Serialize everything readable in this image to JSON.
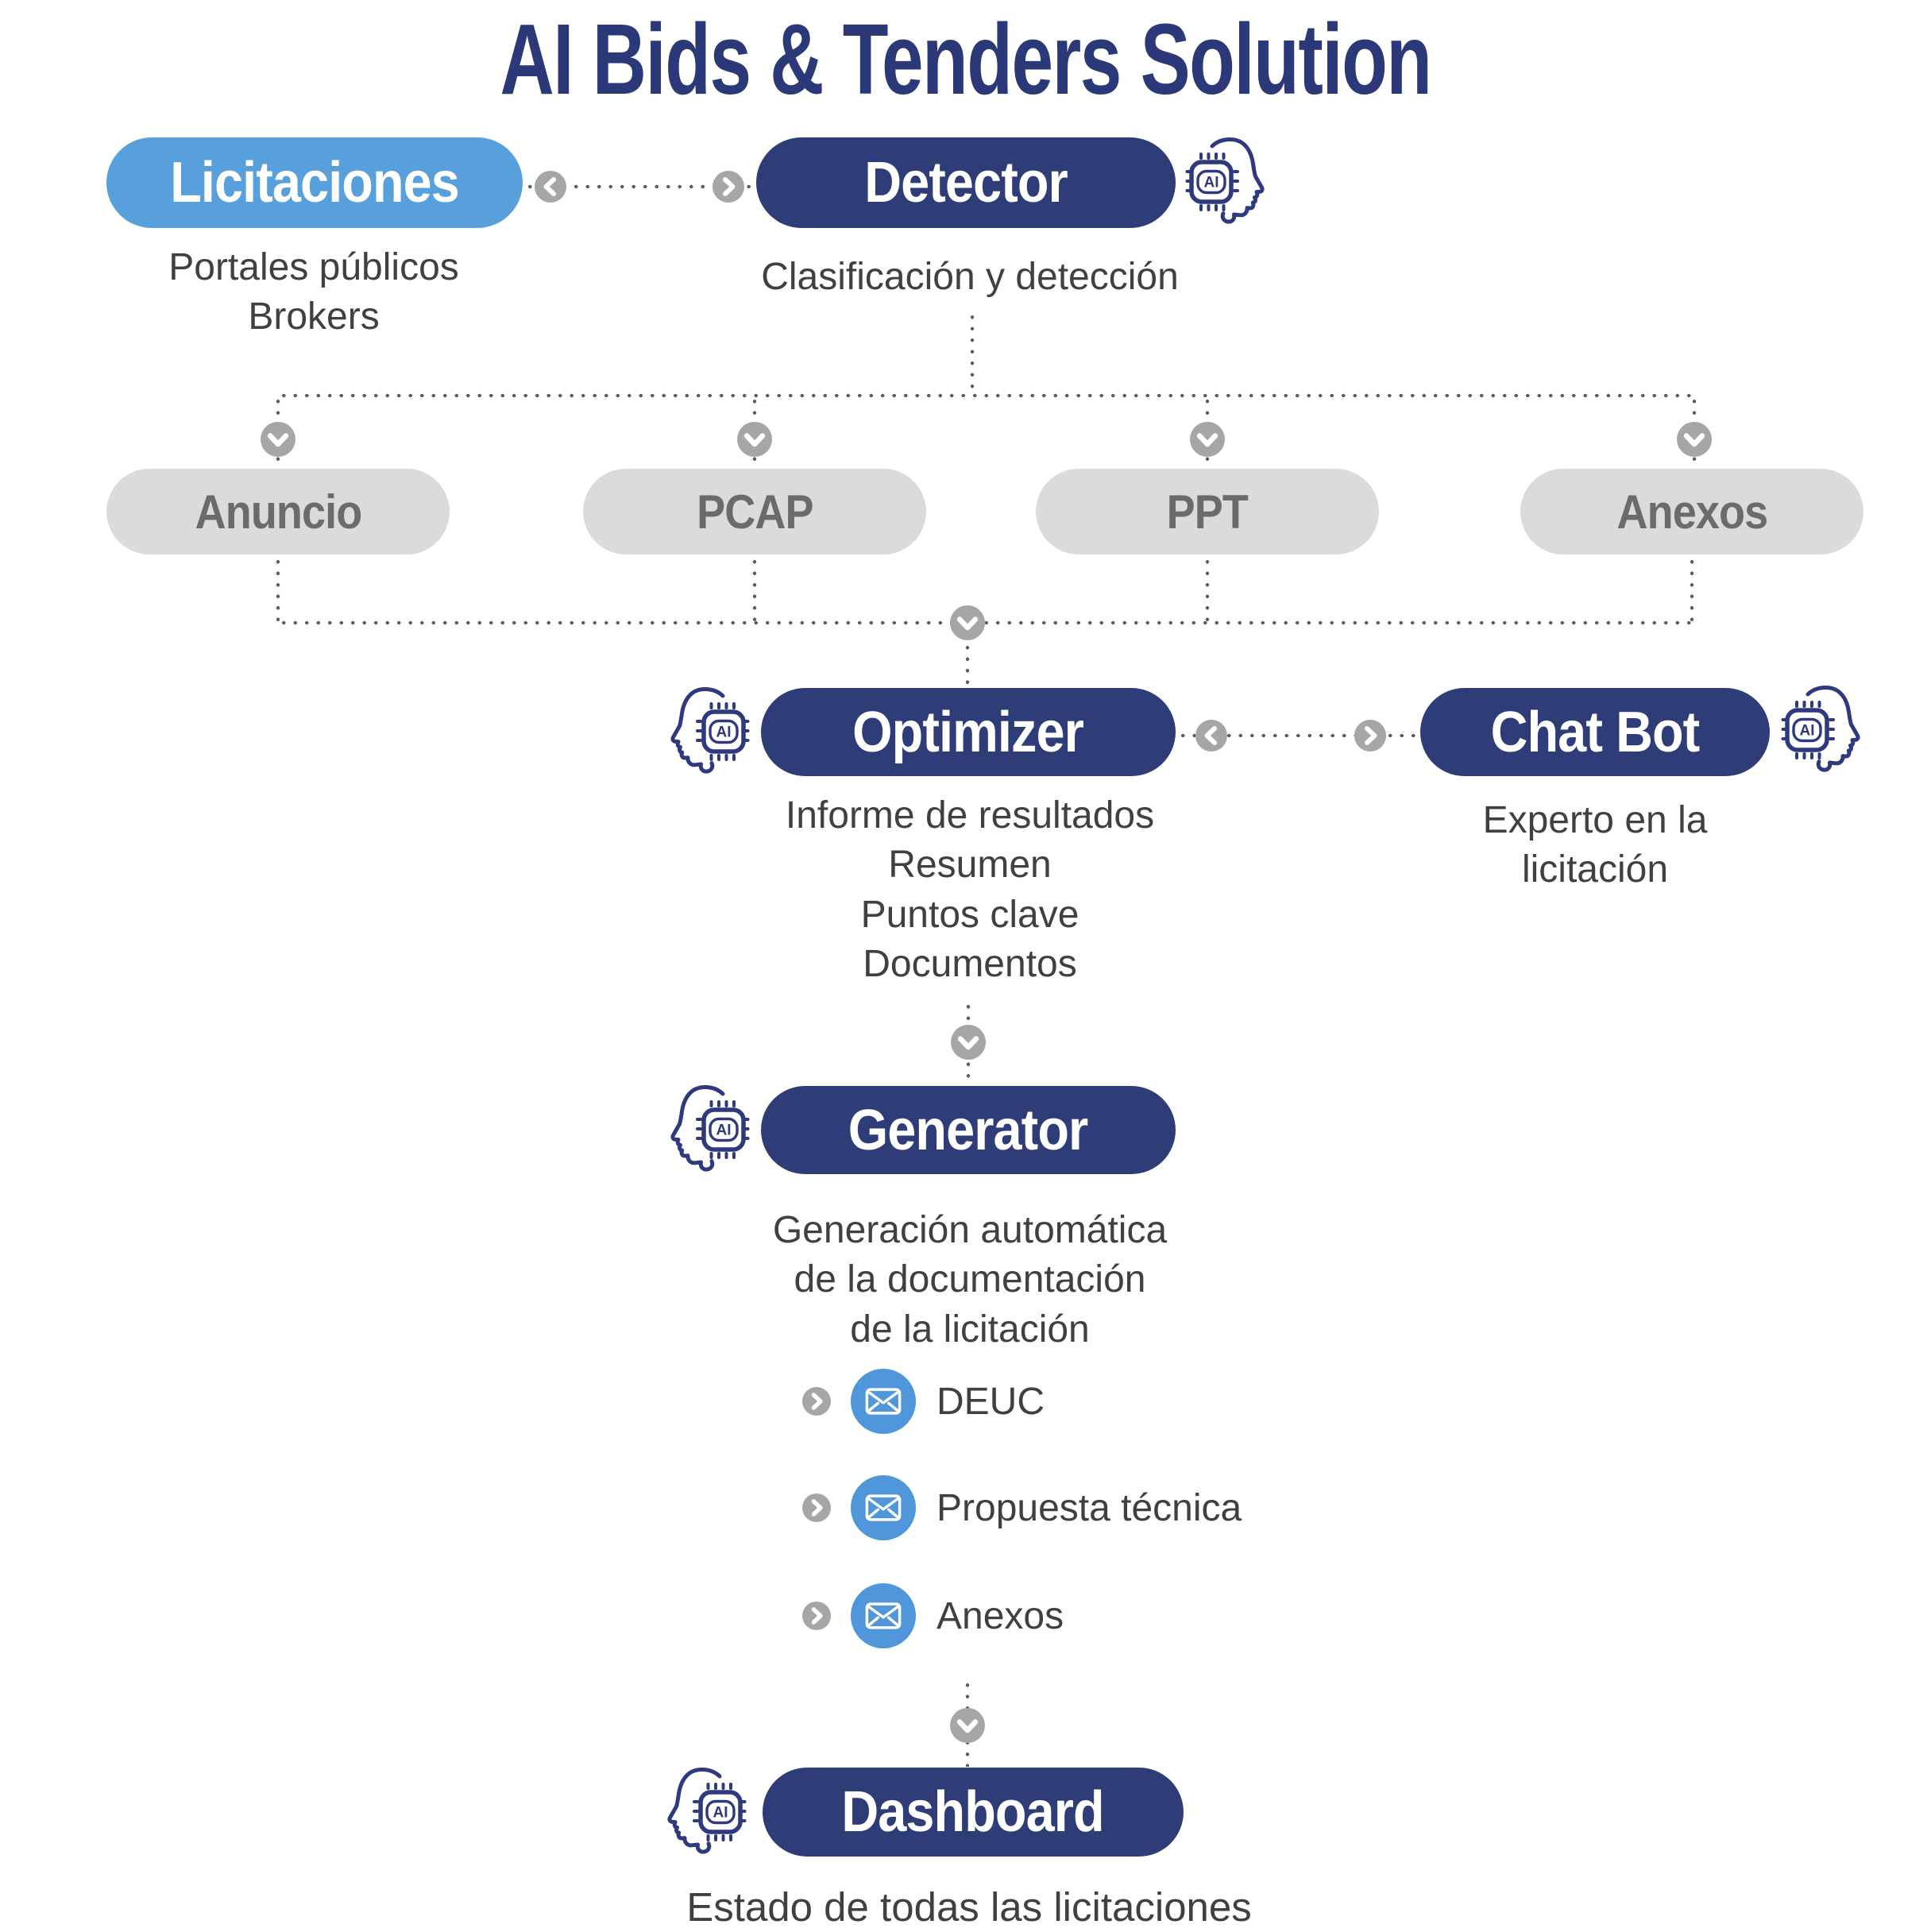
{
  "title": "AI Bids & Tenders Solution",
  "icons": {
    "ai_chip_label": "AI"
  },
  "flow": {
    "licitaciones": {
      "label": "Licitaciones",
      "desc": [
        "Portales públicos",
        "Brokers"
      ]
    },
    "detector": {
      "label": "Detector",
      "desc": "Clasificación y detección"
    },
    "doc_types": [
      "Anuncio",
      "PCAP",
      "PPT",
      "Anexos"
    ],
    "optimizer": {
      "label": "Optimizer",
      "desc": [
        "Informe de resultados",
        "Resumen",
        "Puntos clave",
        "Documentos"
      ]
    },
    "chatbot": {
      "label": "Chat Bot",
      "desc": [
        "Experto en la",
        "licitación"
      ]
    },
    "generator": {
      "label": "Generator",
      "desc": [
        "Generación automática",
        "de la documentación",
        "de la licitación"
      ],
      "outputs": [
        "DEUC",
        "Propuesta técnica",
        "Anexos"
      ]
    },
    "dashboard": {
      "label": "Dashboard",
      "desc": "Estado de todas las licitaciones"
    }
  },
  "colors": {
    "navy": "#2E3C78",
    "title_navy": "#2C3979",
    "light_blue": "#57A0DB",
    "pill_gray": "#DBDBDB",
    "pill_gray_text": "#6B6B6B",
    "connector_gray": "#A6A6A6",
    "dot_gray": "#5E5E5E",
    "envelope_blue": "#4F97DA",
    "text_dark": "#404040",
    "icon_navy": "#2E3A7D"
  }
}
